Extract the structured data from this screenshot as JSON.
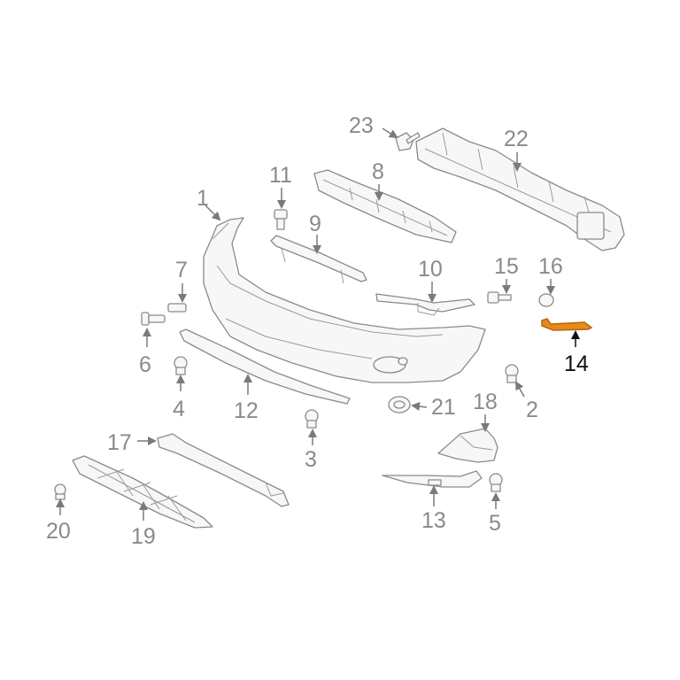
{
  "diagram": {
    "highlight_color": "#e58a1f",
    "line_color": "#8a8a8a",
    "callouts": {
      "c1": "1",
      "c2": "2",
      "c3": "3",
      "c4": "4",
      "c5": "5",
      "c6": "6",
      "c7": "7",
      "c8": "8",
      "c9": "9",
      "c10": "10",
      "c11": "11",
      "c12": "12",
      "c13": "13",
      "c14": "14",
      "c15": "15",
      "c16": "16",
      "c17": "17",
      "c18": "18",
      "c19": "19",
      "c20": "20",
      "c21": "21",
      "c22": "22",
      "c23": "23"
    },
    "highlighted_part": "14"
  }
}
